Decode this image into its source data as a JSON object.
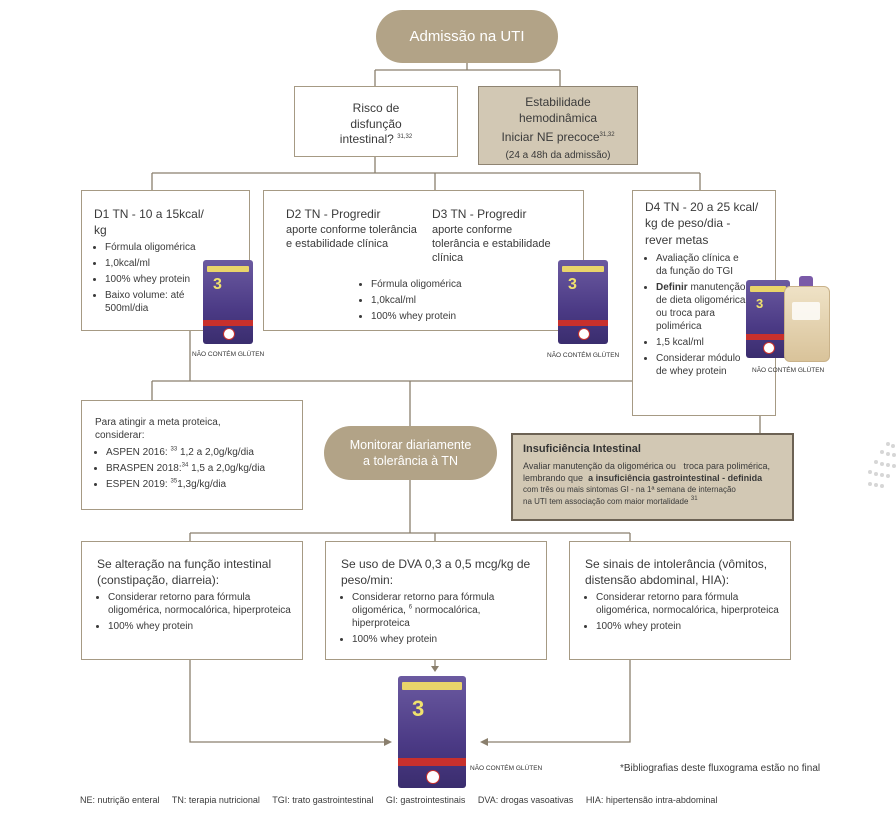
{
  "top": {
    "title": "Admissão na UTI"
  },
  "risk": {
    "line1": "Risco de",
    "line2": "disfunção",
    "line3": "intestinal?",
    "ref": "31,32"
  },
  "stable": {
    "line1": "Estabilidade",
    "line2": "hemodinâmica",
    "line3": "Iniciar NE precoce",
    "ref": "31,32",
    "line4": "(24 a 48h da admissão)"
  },
  "d1": {
    "title": "D1 TN - 10 a 15kcal/",
    "title2": "kg",
    "items": [
      "Fórmula oligomérica",
      "1,0kcal/ml",
      "100% whey protein",
      "Baixo volume: até 500ml/dia"
    ]
  },
  "d2": {
    "title": "D2 TN - Progredir",
    "body": "aporte conforme tolerância e estabilidade clínica"
  },
  "d3": {
    "title": "D3 TN - Progredir",
    "body": "aporte conforme tolerância e estabilidade clínica"
  },
  "d23_items": [
    "Fórmula oligomérica",
    "1,0kcal/ml",
    "100% whey protein"
  ],
  "d4": {
    "title": "D4 TN - 20 a 25 kcal/",
    "title2": "kg de peso/dia -",
    "title3": "rever metas",
    "item1": "Avaliação clínica e da função do TGI",
    "item2_bold": "Definir",
    "item2": "manutenção de dieta oligomérica ou troca para polimérica",
    "item3": "1,5 kcal/ml",
    "item4": "Considerar módulo de whey protein"
  },
  "gluten": "NÃO CONTÉM GLÚTEN",
  "protein": {
    "intro": "Para atingir a meta proteica, considerar:",
    "items": [
      {
        "label": "ASPEN 2016:",
        "ref": "33",
        "value": "1,2 a 2,0g/kg/dia"
      },
      {
        "label": "BRASPEN 2018:",
        "ref": "34",
        "value": "1,5 a 2,0g/kg/dia"
      },
      {
        "label": "ESPEN 2019:",
        "ref": "35",
        "value": "1,3g/kg/dia"
      }
    ]
  },
  "monitor": {
    "line1": "Monitorar diariamente",
    "line2": "a tolerância à TN"
  },
  "insuf": {
    "title": "Insuficiência Intestinal",
    "l1a": "Avaliar manutenção da oligomérica ou",
    "l1b": "troca para polimérica,",
    "l2a": "lembrando que",
    "l2b": "a insuficiência gastrointestinal - definida",
    "l3": "com três ou mais sintomas GI - na 1ª semana de internação",
    "l4": "na UTI tem associação com maior mortalidade",
    "ref": "31"
  },
  "alt1": {
    "title": "Se alteração na função intestinal (constipação, diarreia):",
    "items": [
      "Considerar retorno para fórmula oligomérica, normocalórica, hiperproteica",
      "100% whey protein"
    ]
  },
  "alt2": {
    "title": "Se uso de DVA 0,3 a 0,5 mcg/kg de peso/min:",
    "item1a": "Considerar retorno para fórmula oligomérica,",
    "ref": "6",
    "item1b": "normocalórica, hiperproteica",
    "item2": "100% whey protein"
  },
  "alt3": {
    "title": "Se sinais de intolerância (vômitos, distensão abdominal, HIA):",
    "items": [
      "Considerar retorno para fórmula oligomérica, normocalórica, hiperproteica",
      "100% whey protein"
    ]
  },
  "biblio": "*Bibliografias deste fluxograma estão no final",
  "legend": [
    "NE: nutrição enteral",
    "TN: terapia nutricional",
    "TGI: trato gastrointestinal",
    "GI: gastrointestinais",
    "DVA: drogas vasoativas",
    "HIA: hipertensão intra-abdominal"
  ],
  "colors": {
    "accent": "#b2a387",
    "box_border": "#a69a84",
    "tan": "#d2c8b4"
  }
}
